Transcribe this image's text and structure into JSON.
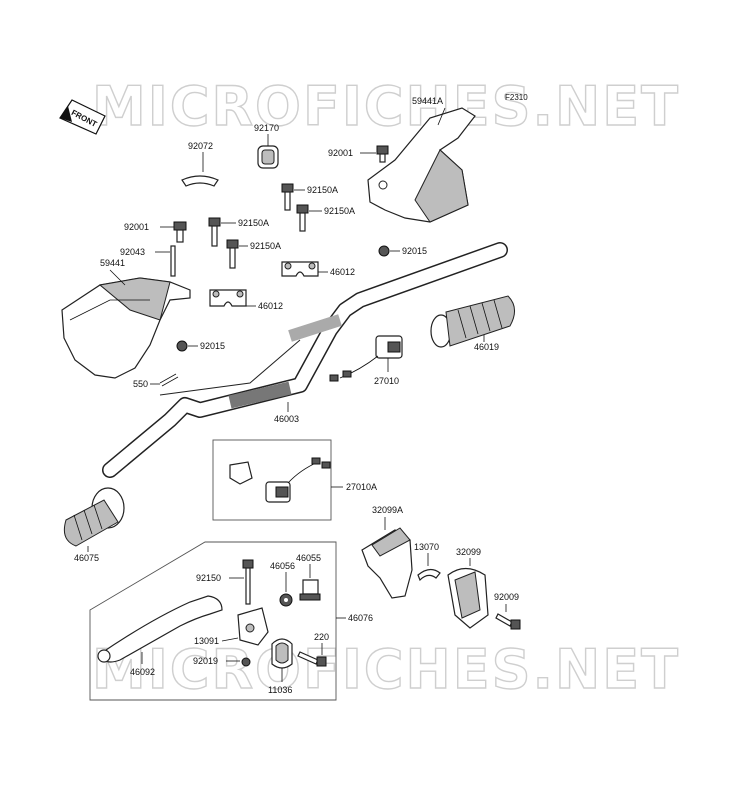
{
  "diagram": {
    "code": "F2310",
    "watermark": "MICROFICHES.NET",
    "front_tag": "FRONT",
    "labels": {
      "p59441A": "59441A",
      "p92170": "92170",
      "p92072": "92072",
      "p92001_top": "92001",
      "p92150A_1": "92150A",
      "p92150A_2": "92150A",
      "p92150A_3": "92150A",
      "p92150A_4": "92150A",
      "p92001_left": "92001",
      "p92043": "92043",
      "p59441": "59441",
      "p46012_1": "46012",
      "p46012_2": "46012",
      "p92015_top": "92015",
      "p92015_left": "92015",
      "p46019": "46019",
      "p27010": "27010",
      "p550": "550",
      "p46003": "46003",
      "p27010A": "27010A",
      "p46075": "46075",
      "p32099A": "32099A",
      "p13070": "13070",
      "p32099": "32099",
      "p92009": "92009",
      "p92150": "92150",
      "p46056": "46056",
      "p46055": "46055",
      "p46076": "46076",
      "p13091": "13091",
      "p92019": "92019",
      "p220": "220",
      "p46092": "46092",
      "p11036": "11036"
    }
  }
}
